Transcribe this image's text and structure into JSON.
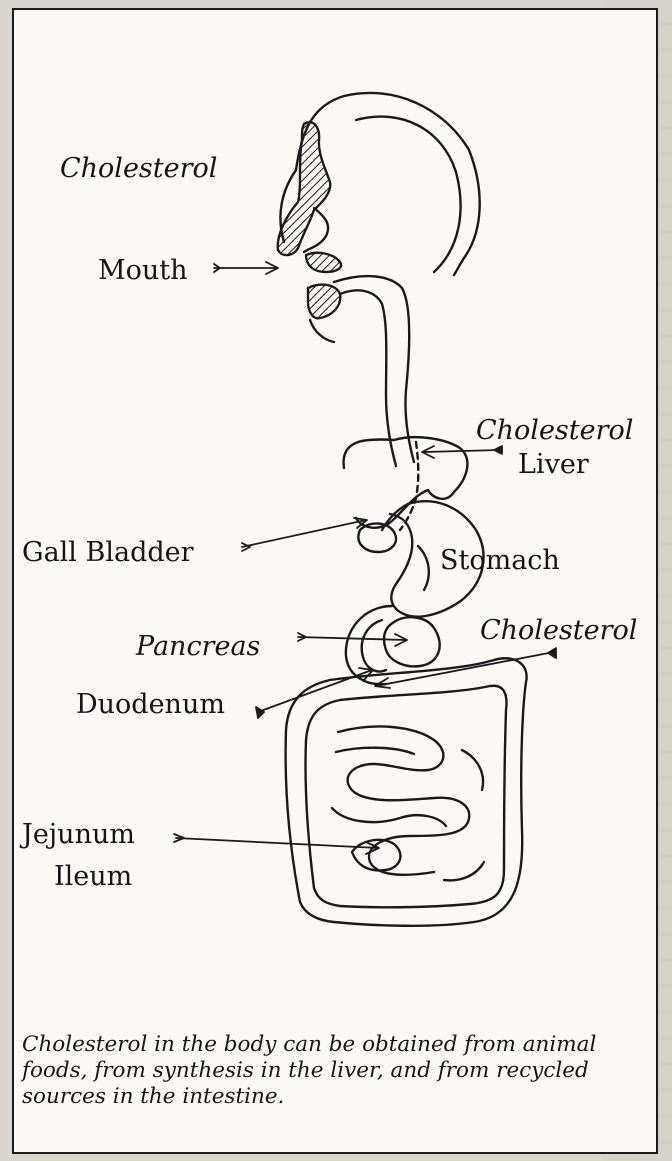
{
  "diagram": {
    "labels": {
      "cholesterol_top": "Cholesterol",
      "mouth": "Mouth",
      "cholesterol_liver": "Cholesterol",
      "liver": "Liver",
      "gall_bladder": "Gall Bladder",
      "stomach": "Stomach",
      "cholesterol_intestine": "Cholesterol",
      "pancreas": "Pancreas",
      "duodenum": "Duodenum",
      "jejunum": "Jejunum",
      "ileum": "Ileum"
    },
    "caption": "Cholesterol in the body can be obtained from animal foods, from synthesis in the liver, and from recycled sources in the intestine."
  }
}
